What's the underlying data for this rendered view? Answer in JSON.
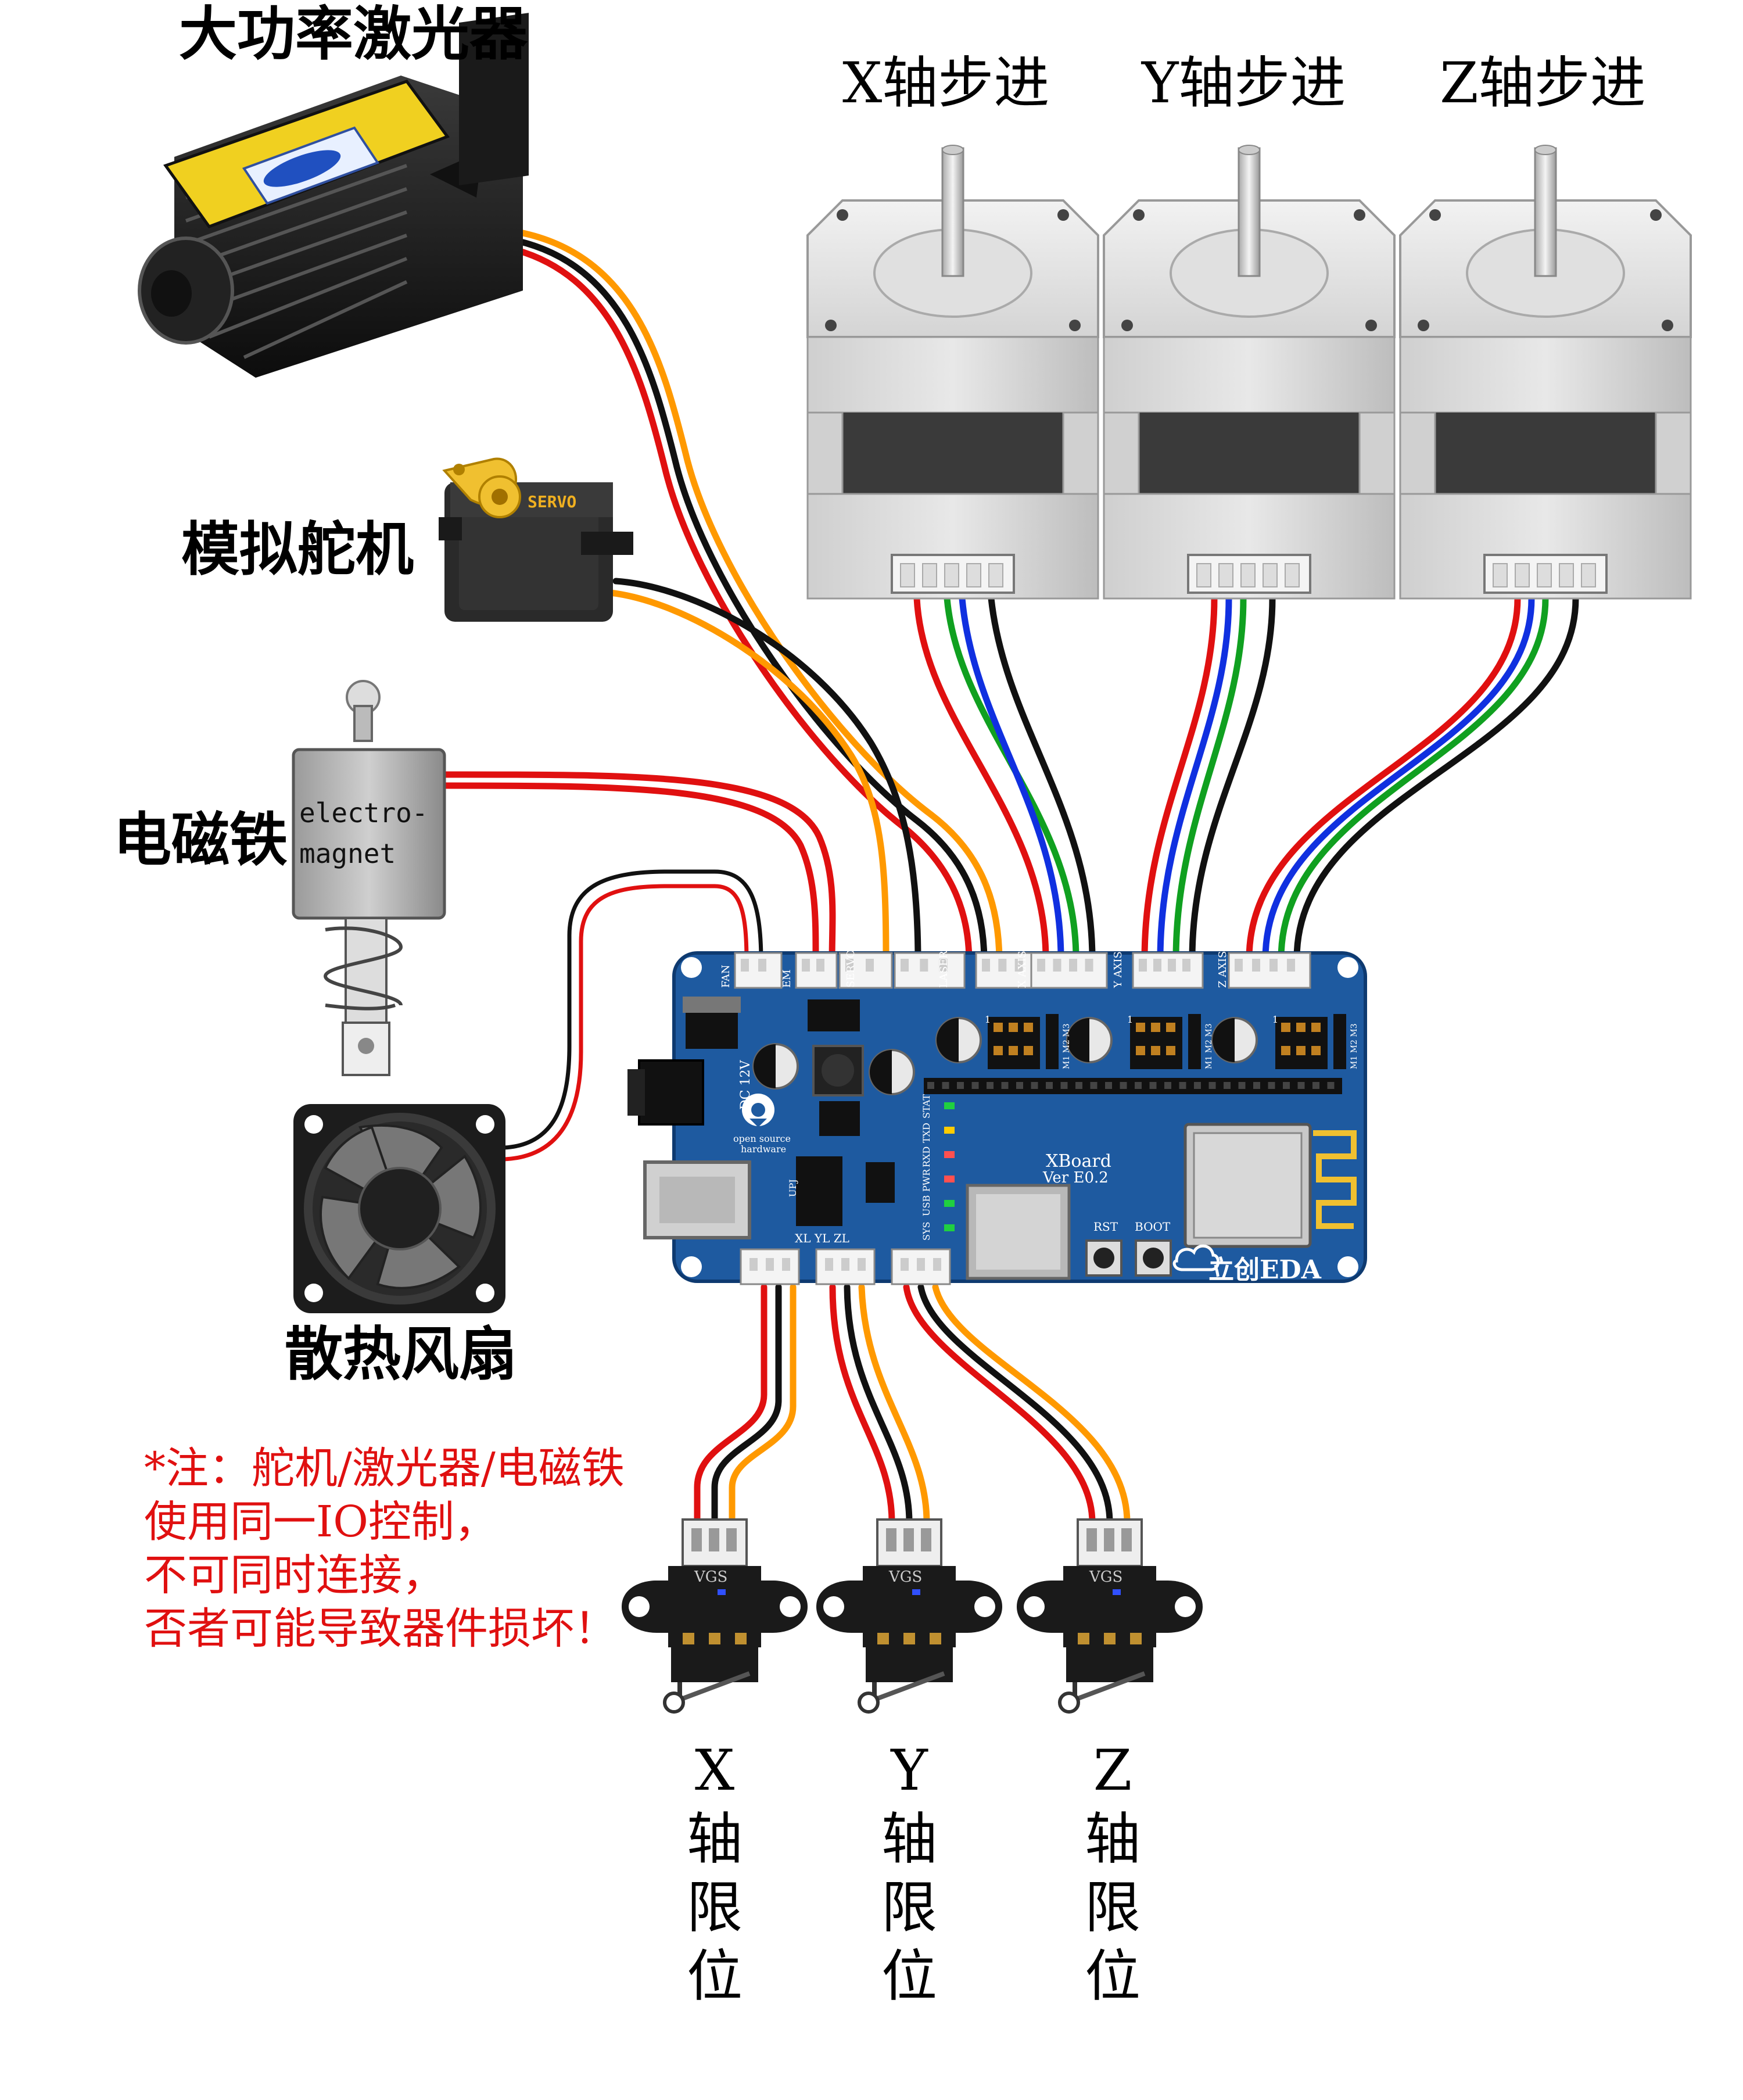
{
  "labels": {
    "laser": "大功率激光器",
    "servo": "模拟舵机",
    "electromagnet": "电磁铁",
    "fan": "散热风扇",
    "x_motor": "X轴步进",
    "y_motor": "Y轴步进",
    "z_motor": "Z轴步进"
  },
  "limits": {
    "x": [
      "X",
      "轴",
      "限",
      "位"
    ],
    "y": [
      "Y",
      "轴",
      "限",
      "位"
    ],
    "z": [
      "Z",
      "轴",
      "限",
      "位"
    ]
  },
  "note": [
    "*注：舵机/激光器/电磁铁",
    "使用同一IO控制，",
    "不可同时连接，",
    "否者可能导致器件损坏！"
  ],
  "component_text": {
    "servo_brand": "SERVO",
    "em_line1": "electro-",
    "em_line2": "magnet",
    "limit_pins": "VGS"
  },
  "board": {
    "ports_top": [
      "FAN",
      "EM",
      "SERVO",
      "LASER",
      "X AXIS",
      "Y AXIS",
      "Z AXIS"
    ],
    "dc": "DC 12V",
    "oshw_1": "open source",
    "oshw_2": "hardware",
    "name": "XBoard",
    "version": "Ver E0.2",
    "limit_ports": "XL YL ZL",
    "leds": [
      "STAT",
      "TXD",
      "RXD",
      "PWR",
      "USB",
      "SYS"
    ],
    "rst": "RST",
    "boot": "BOOT",
    "brand": "立创EDA",
    "motor_pins": "M1 M2 M3",
    "jumper": "1",
    "upj": "UPJ"
  },
  "colors": {
    "pcb": "#1e5aa0",
    "wire_red": "#e01010",
    "wire_black": "#111111",
    "wire_orange": "#ff9900",
    "wire_green": "#10a020",
    "wire_blue": "#1030e0",
    "note": "#e01010"
  }
}
